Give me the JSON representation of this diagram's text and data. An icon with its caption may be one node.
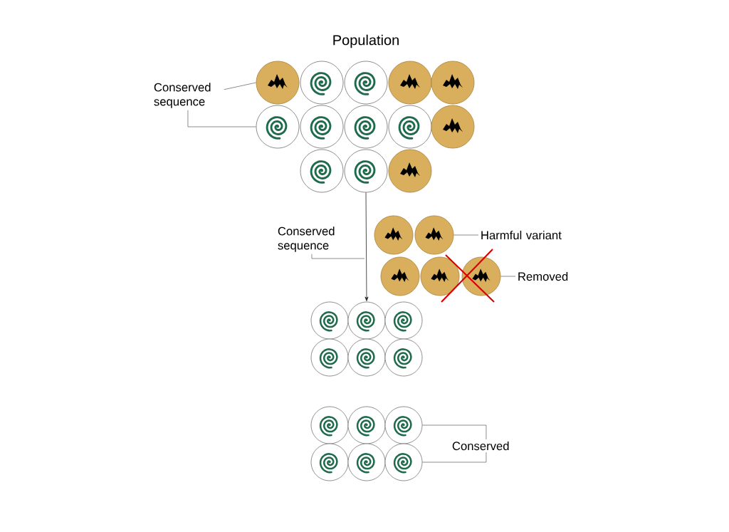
{
  "diagram": {
    "title": "Population",
    "nodes": [
      {
        "text": [
          "Conserved sequence"
        ]
      },
      {
        "text": [],
        "shape": "circle"
      },
      {
        "text": [],
        "shape": "circle"
      },
      {
        "text": [],
        "shape": "circle"
      },
      {
        "text": [],
        "shape": "circle"
      },
      {
        "text": [],
        "shape": "circle"
      },
      {
        "text": [],
        "shape": "circle"
      },
      {
        "text": [],
        "shape": "circle"
      },
      {
        "text": [],
        "shape": "circle"
      },
      {
        "text": [],
        "shape": "circle"
      },
      {
        "text": [],
        "shape": "circle"
      },
      {
        "text": [],
        "shape": "circle"
      },
      {
        "text": [],
        "shape": "circle"
      },
      {
        "text": [],
        "shape": "circle"
      },
      {
        "text": [
          "Conserved sequence"
        ]
      },
      {
        "text": [],
        "shape": "circle"
      },
      {
        "text": [],
        "shape": "circle"
      },
      {
        "text": [],
        "shape": "circle"
      },
      {
        "text": [],
        "shape": "circle"
      },
      {
        "text": [],
        "shape": "circle"
      },
      {
        "text": [
          "Harmful variant"
        ]
      },
      {
        "text": [
          "Removed"
        ]
      },
      {
        "text": [],
        "shape": "circle"
      },
      {
        "text": [],
        "shape": "circle"
      },
      {
        "text": [],
        "shape": "circle"
      },
      {
        "text": [],
        "shape": "circle"
      },
      {
        "text": [],
        "shape": "circle"
      },
      {
        "text": [],
        "shape": "circle"
      },
      {
        "text": [],
        "shape": "circle"
      },
      {
        "text": [],
        "shape": "circle"
      },
      {
        "text": [],
        "shape": "circle"
      },
      {
        "text": [],
        "shape": "circle"
      },
      {
        "text": [],
        "shape": "circle"
      },
      {
        "text": [],
        "shape": "circle"
      },
      {
        "text": [
          "Conserved"
        ]
      }
    ],
    "edges": [
      {
        "from": 0,
        "to": 1,
        "arrow": "none"
      },
      {
        "from": 0,
        "to": 6,
        "arrow": "none"
      },
      {
        "from": 12,
        "to": 23,
        "arrow": "to",
        "color": "#222222"
      },
      {
        "from": 14,
        "to": null,
        "arrow": "none"
      },
      {
        "from": 20,
        "to": 16,
        "arrow": "none"
      },
      {
        "from": 21,
        "to": 19,
        "arrow": "none"
      },
      {
        "from": 34,
        "to": 30,
        "arrow": "none"
      },
      {
        "from": 34,
        "to": 33,
        "arrow": "none"
      }
    ]
  }
}
